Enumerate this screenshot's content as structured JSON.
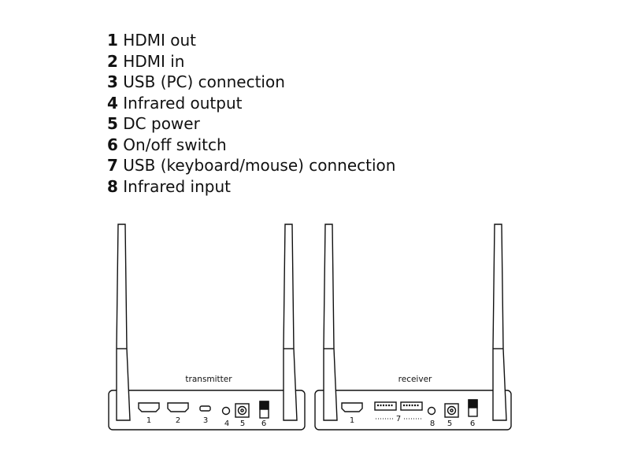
{
  "legend": [
    {
      "num": "1",
      "text": "HDMI out"
    },
    {
      "num": "2",
      "text": "HDMI in"
    },
    {
      "num": "3",
      "text": "USB (PC) connection"
    },
    {
      "num": "4",
      "text": "Infrared output"
    },
    {
      "num": "5",
      "text": "DC power"
    },
    {
      "num": "6",
      "text": "On/off switch"
    },
    {
      "num": "7",
      "text": "USB (keyboard/mouse) connection"
    },
    {
      "num": "8",
      "text": "Infrared input"
    }
  ],
  "transmitter": {
    "title": "transmitter",
    "port_labels": [
      "1",
      "2",
      "3",
      "4",
      "5",
      "6"
    ]
  },
  "receiver": {
    "title": "receiver",
    "port_labels": [
      "1",
      "7",
      "8",
      "5",
      "6"
    ]
  },
  "colors": {
    "stroke": "#111111",
    "background": "#ffffff"
  }
}
